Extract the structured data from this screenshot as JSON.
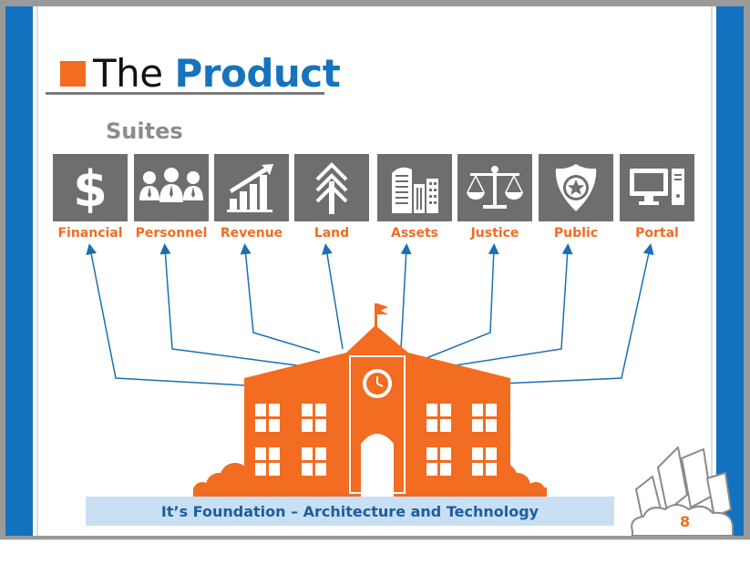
{
  "slide": {
    "title_prefix": "The",
    "title_accent": "Product",
    "section_label": "Suites",
    "suites": [
      {
        "label": "Financial",
        "icon": "dollar-icon"
      },
      {
        "label": "Personnel",
        "icon": "people-icon"
      },
      {
        "label": "Revenue",
        "icon": "bar-chart-icon"
      },
      {
        "label": "Land",
        "icon": "tree-icon"
      },
      {
        "label": "Assets",
        "icon": "buildings-icon"
      },
      {
        "label": "Justice",
        "icon": "scales-icon"
      },
      {
        "label": "Public",
        "icon": "police-badge-icon"
      },
      {
        "label": "Portal",
        "icon": "computer-icon"
      }
    ],
    "center_icon": "school-building-icon",
    "banner_text": "It’s Foundation – Architecture and Technology",
    "page_number": "8"
  },
  "colors": {
    "brand_blue": "#1272bf",
    "accent_orange": "#f26c21",
    "tile_gray": "#6d6e70",
    "banner_bg": "#c9dff4",
    "connector_blue": "#1a6fb5"
  }
}
